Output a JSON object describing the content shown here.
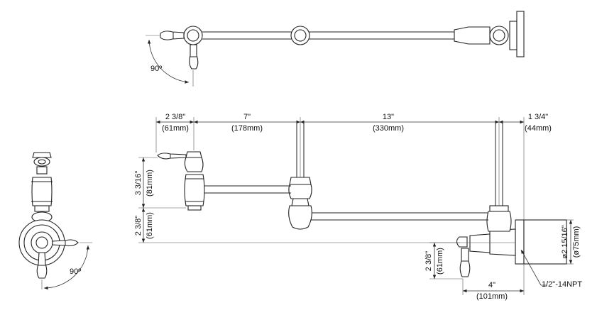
{
  "dimensions": {
    "top_angle": "90º",
    "side_angle": "90º",
    "dim_a_in": "2 3/8\"",
    "dim_a_mm": "(61mm)",
    "dim_b_in": "7\"",
    "dim_b_mm": "(178mm)",
    "dim_c_in": "13\"",
    "dim_c_mm": "(330mm)",
    "dim_d_in": "1 3/4\"",
    "dim_d_mm": "(44mm)",
    "dim_e_in": "3 3/16\"",
    "dim_e_mm": "(81mm)",
    "dim_f_in": "2 3/8\"",
    "dim_f_mm": "(61mm)",
    "dim_g_in": "2 3/8\"",
    "dim_g_mm": "(61mm)",
    "dim_h_in": "4\"",
    "dim_h_mm": "(101mm)",
    "dim_i_in": "ø2 15/16\"",
    "dim_i_mm": "(ø75mm)",
    "thread": "1/2\"-14NPT"
  }
}
